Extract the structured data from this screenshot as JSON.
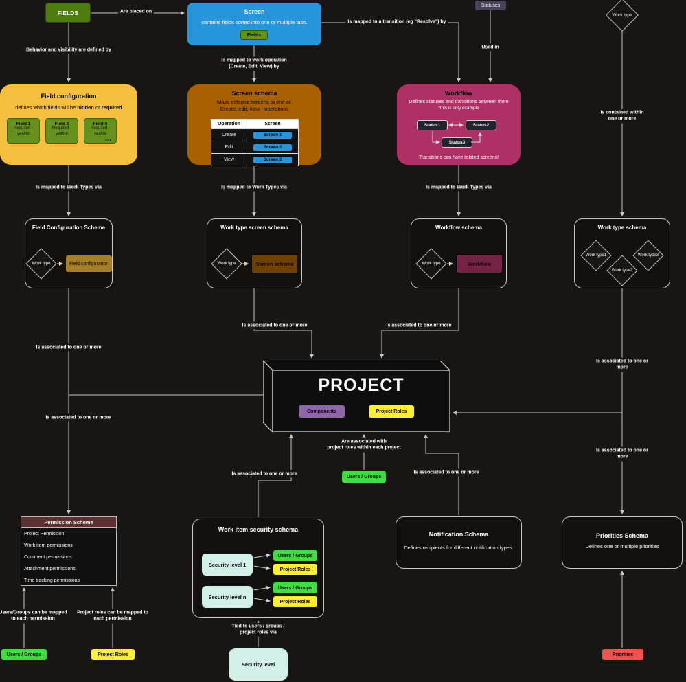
{
  "colors": {
    "background": "#171615",
    "line": "#c8c8c8",
    "olive_green": "#4d7c0f",
    "chip_green": "#65921d",
    "blue": "#2795d9",
    "amber": "#f7bf3f",
    "brown": "#a86000",
    "magenta": "#ae3166",
    "slate_purple": "#4a4458",
    "dark_chip": "#23232d",
    "bright_green": "#3fdd3f",
    "yellow": "#ffee33",
    "purple": "#9066aa",
    "pale_cyan": "#d2f0e8",
    "red": "#ef5350",
    "maroon": "#5d3131"
  },
  "nodes": {
    "fields": {
      "label": "FIELDS"
    },
    "screen": {
      "title": "Screen",
      "body": "contains fields sorted into one or multiple tabs.",
      "button": "Fields"
    },
    "statuses_tag": {
      "label": "Statuses"
    },
    "work_type_diamond_top": {
      "label": "Work type"
    },
    "field_configuration": {
      "title": "Field configuration",
      "body_pre": "defines which fields will be ",
      "body_bold1": "hidden",
      "body_mid": " or ",
      "body_bold2": "required",
      "fields": [
        {
          "name": "Field 1",
          "detail": "Required -\nyes/no"
        },
        {
          "name": "Field 2",
          "detail": "Required -\nyes/no"
        },
        {
          "name": "Field n",
          "detail": "Required -\nyes/no"
        }
      ],
      "ellipsis": "..."
    },
    "screen_schema": {
      "title": "Screen schema",
      "body": "Maps different screens to one of:\nCreate, edit, view - operations",
      "table": {
        "headers": [
          "Operation",
          "Screen"
        ],
        "rows": [
          {
            "operation": "Create",
            "screen": "Screen 1"
          },
          {
            "operation": "Edit",
            "screen": "Screen 2"
          },
          {
            "operation": "View",
            "screen": "Screen 3"
          }
        ]
      }
    },
    "workflow": {
      "title": "Workflow",
      "body1": "Defines statuses and transitions between them",
      "body2": "*this is only example",
      "statuses": [
        "Status1",
        "Status2",
        "Status3"
      ],
      "footer": "Transitions can have related screens!"
    },
    "field_configuration_scheme": {
      "title": "Field Configuration Scheme",
      "diamond": "Work type",
      "box": "Field configuration"
    },
    "work_type_screen_schema": {
      "title": "Work type screen schema",
      "diamond": "Work type",
      "box": "Screen schema"
    },
    "workflow_schema": {
      "title": "Workflow schema",
      "diamond": "Work type",
      "box": "Workflow"
    },
    "work_type_schema": {
      "title": "Work type schema",
      "diamonds": [
        "Work type1",
        "Work type2",
        "Work type3"
      ]
    },
    "project": {
      "title": "PROJECT",
      "components": "Components",
      "project_roles": "Project Roles"
    },
    "users_groups_center": {
      "label": "Users / Groups"
    },
    "permission_scheme": {
      "title": "Permission Scheme",
      "rows": [
        "Project Permission",
        "Work item permissions",
        "Comment permissions",
        "Attachment permissions",
        "Time tracking permissions"
      ]
    },
    "work_item_security_schema": {
      "title": "Work item security schema",
      "levels": [
        {
          "label": "Security level 1",
          "users_groups": "Users / Groups",
          "project_roles": "Project Roles"
        },
        {
          "label": "Security level n",
          "users_groups": "Users / Groups",
          "project_roles": "Project Roles"
        }
      ]
    },
    "notification_schema": {
      "title": "Notification Schema",
      "body": "Defines recipients for different notification types."
    },
    "priorities_schema": {
      "title": "Priorities Schema",
      "body": "Defines one or multiple priorities"
    },
    "users_groups_bottom": {
      "label": "Users / Groups"
    },
    "project_roles_bottom": {
      "label": "Project Roles"
    },
    "security_level_bottom": {
      "label": "Security level"
    },
    "priorities_bottom": {
      "label": "Priorities"
    }
  },
  "edge_labels": {
    "are_placed_on": "Are placed on",
    "behavior_visibility": "Behavior and visibility are defined by",
    "mapped_to_work_operation": "Is mapped to work operation\n(Create, Edit, View) by",
    "mapped_to_transition": "Is mapped to a transition (eg \"Resolve\") by",
    "used_in": "Used in",
    "contained_within": "Is contained within\none or more",
    "mapped_to_work_types": "Is mapped to Work Types via",
    "associated_one_or_more": "Is associated to one or more",
    "associated_with_project_roles": "Are associated with\nproject roles within each project",
    "users_groups_mapped": "Users/Groups can be mapped\nto each permission",
    "project_roles_mapped": "Project roles can be mapped to\neach permission",
    "tied_to_via": "Tied to users / groups /\nproject roles via"
  }
}
